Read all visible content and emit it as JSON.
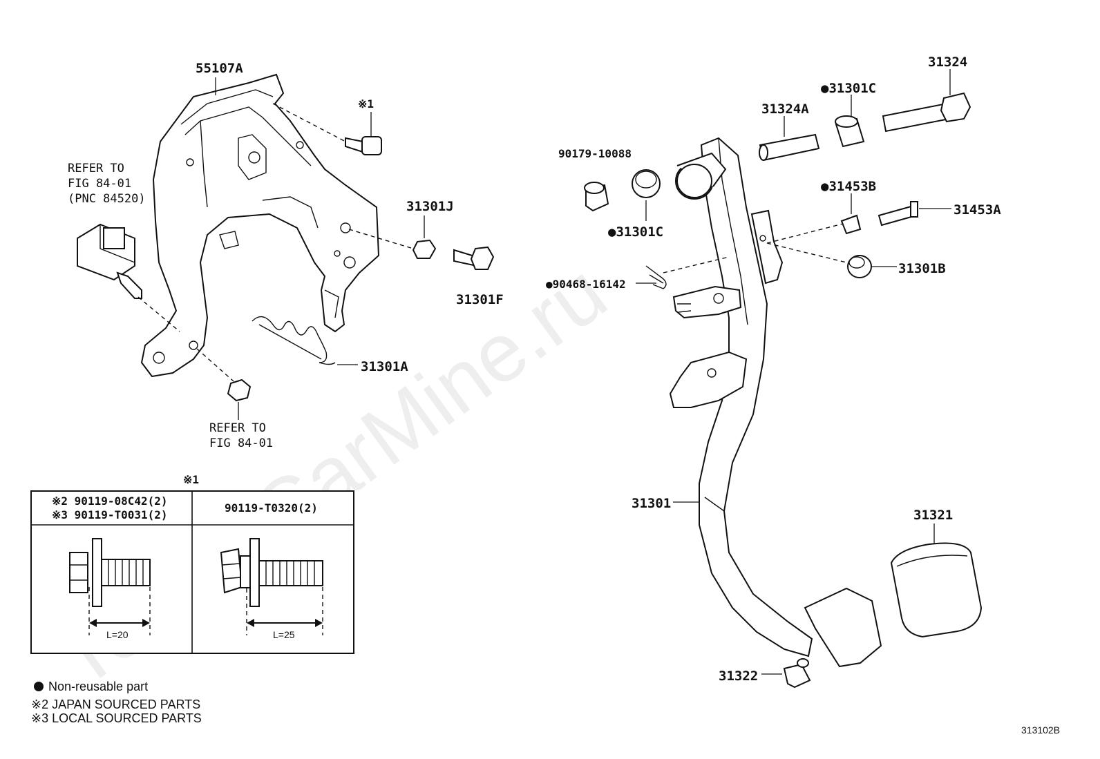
{
  "watermark": "ToyotaCarMine.ru",
  "labels": {
    "bracket": "55107A",
    "mark1": "※1",
    "refer1_line1": "REFER TO",
    "refer1_line2": "FIG 84-01",
    "refer1_line3": "(PNC 84520)",
    "nut": "31301J",
    "bolt_f": "31301F",
    "spring": "31301A",
    "refer2_line1": "REFER TO",
    "refer2_line2": "FIG 84-01",
    "bolt_324": "31324",
    "collar_324a": "31324A",
    "bush_c_top": "●31301C",
    "bush_c_bottom": "●31301C",
    "bush_90179": "90179-10088",
    "bush_453b": "●31453B",
    "pin_453a": "31453A",
    "bush_301b": "31301B",
    "clip_90468": "●90468-16142",
    "pedal": "31301",
    "pad": "31321",
    "stopper": "31322",
    "drawing_no": "313102B"
  },
  "table": {
    "title": "※1",
    "col1_line1": "※2 90119-08C42(2)",
    "col1_line2": "※3 90119-T0031(2)",
    "col2": "90119-T0320(2)",
    "dim1": "L=20",
    "dim2": "L=25"
  },
  "legend": {
    "non_reusable": "Non-reusable part",
    "japan": "※2 JAPAN SOURCED PARTS",
    "local": "※3 LOCAL SOURCED PARTS"
  }
}
